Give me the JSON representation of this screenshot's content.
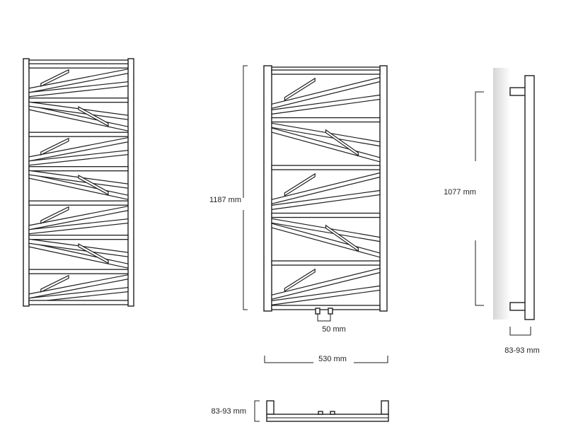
{
  "colors": {
    "line": "#1e1e1e",
    "frame_fill": "#ffffff",
    "wall_gradient_start": "#d6d6d6",
    "wall_gradient_end": "#ffffff"
  },
  "views": {
    "left_front": {},
    "center_front": {},
    "side": {},
    "bottom": {}
  },
  "dimensions": {
    "height_total": "1187 mm",
    "height_axis": "1077 mm",
    "width": "530 mm",
    "pipe_spacing": "50 mm",
    "wall_distance_side": "83-93 mm",
    "wall_distance_bottom": "83-93 mm"
  }
}
